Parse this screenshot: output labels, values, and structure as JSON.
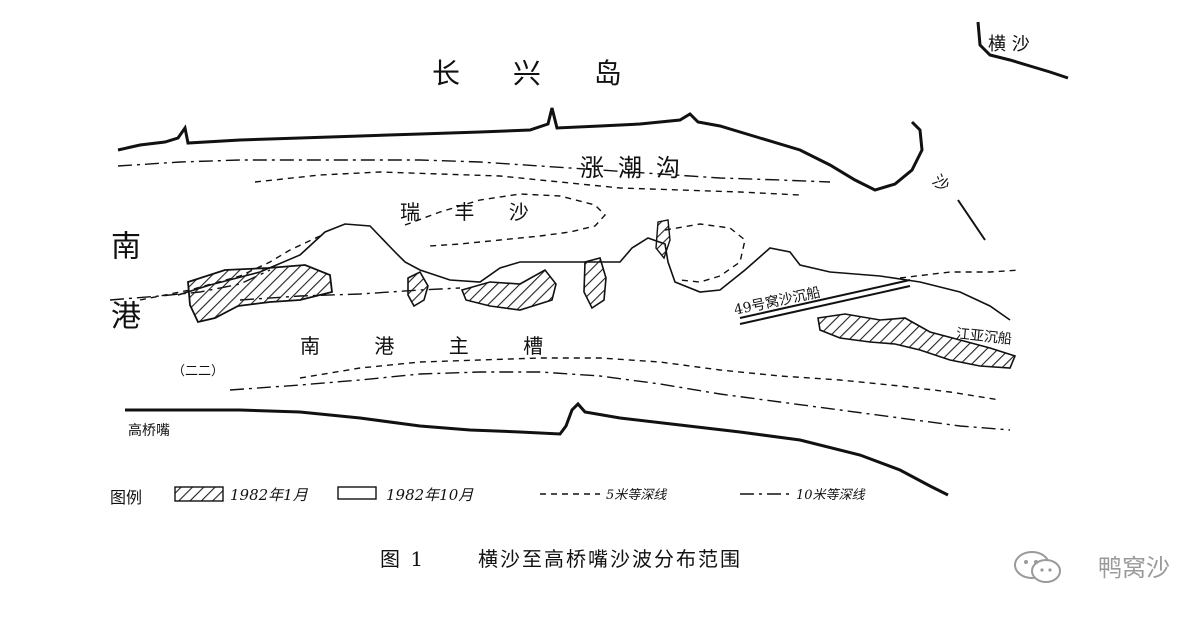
{
  "map": {
    "places": {
      "changxing_island": "长 兴 岛",
      "hengsha": "横 沙",
      "nangang_left": "南港",
      "gaoqiaozui": "高桥嘴"
    },
    "water_features": {
      "zhangchao_gou": "涨潮沟",
      "ruifeng_sha": "瑞 丰 沙",
      "nangang_main_channel": "南 港 主 槽",
      "jiangya_shoal": "江亚沉船",
      "wreck_49": "49号窝沙沉船",
      "direction_sha": "沙",
      "small_paren": "（二二）"
    },
    "legend": {
      "title": "图例",
      "item_1982_jan": "1982年1月",
      "item_1982_oct": "1982年10月",
      "item_5m": "5米等深线",
      "item_10m": "10米等深线"
    },
    "colors": {
      "ink": "#111111",
      "hatch": "#222222",
      "watermark": "#9a9a9a"
    }
  },
  "caption": {
    "figure_no": "图  1",
    "title": "横沙至高桥嘴沙波分布范围"
  },
  "watermark": {
    "icon": "wechat-icon",
    "text": "鸭窝沙"
  }
}
